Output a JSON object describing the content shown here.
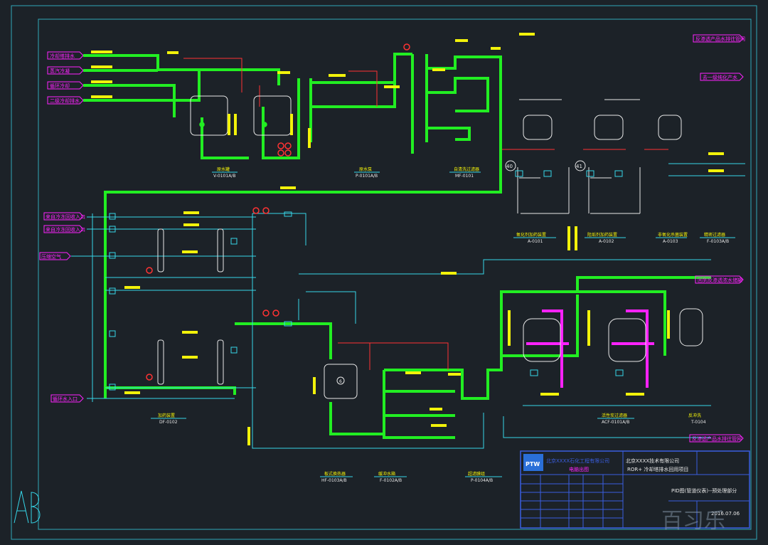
{
  "diagram": {
    "inlet_labels": [
      "冷却塔排水",
      "蒸汽冷凝",
      "循环冷却",
      "二级冷却排水"
    ],
    "outlet_labels": [
      "反渗透产品水排往管网",
      "去一级纯化产水",
      "回到反渗透浓水储罐",
      "反渗透产品水排往管网"
    ],
    "left_inlets": [
      "来自冷冻回收入口",
      "来自冷冻回收入口",
      "压缩空气",
      "循环水入口"
    ],
    "equipment_labels": [
      {
        "name": "原水罐",
        "tag": "V-0101A/B"
      },
      {
        "name": "原水泵",
        "tag": "P-0101A/B"
      },
      {
        "name": "自清洗过滤器",
        "tag": "MF-0101"
      },
      {
        "name": "加药装置",
        "tag": "DF-0102"
      },
      {
        "name": "氧化剂加药装置",
        "tag": "A-0101"
      },
      {
        "name": "阻垢剂加药装置",
        "tag": "A-0102"
      },
      {
        "name": "非氧化杀菌装置",
        "tag": "A-0103"
      },
      {
        "name": "精密过滤器",
        "tag": "F-0103A/B"
      },
      {
        "name": "板式换热器",
        "tag": "HF-0103A/B"
      },
      {
        "name": "缓冲水箱",
        "tag": "F-0102A/B"
      },
      {
        "name": "超滤膜组",
        "tag": "P-0104A/B"
      },
      {
        "name": "活性炭过滤器",
        "tag": "ACF-0101A/B"
      },
      {
        "name": "反冲洗",
        "tag": "T-0104"
      }
    ],
    "tank_numbers": [
      "40",
      "41",
      "6"
    ],
    "title_block": {
      "company_left": "北京XXXX石化工程有限公司",
      "company_sub": "电脑出图",
      "company_right": "北京XXXX技术有限公司",
      "project": "ROR+ 冷却塔排水回用项目",
      "drawing_title": "PID图(管道仪表)--预处理部分",
      "date": "2016.07.06",
      "logo_text": "PTW",
      "watermark": "百习乐"
    }
  },
  "colors": {
    "background": "#1c2228",
    "frame": "#2fa8b8",
    "main_pipe": "#22ee22",
    "tag_yellow": "#f2f20a",
    "magenta": "#ff22ff",
    "cyan": "#36d6e8",
    "red": "#ff3333",
    "white": "#e8e8e8"
  }
}
